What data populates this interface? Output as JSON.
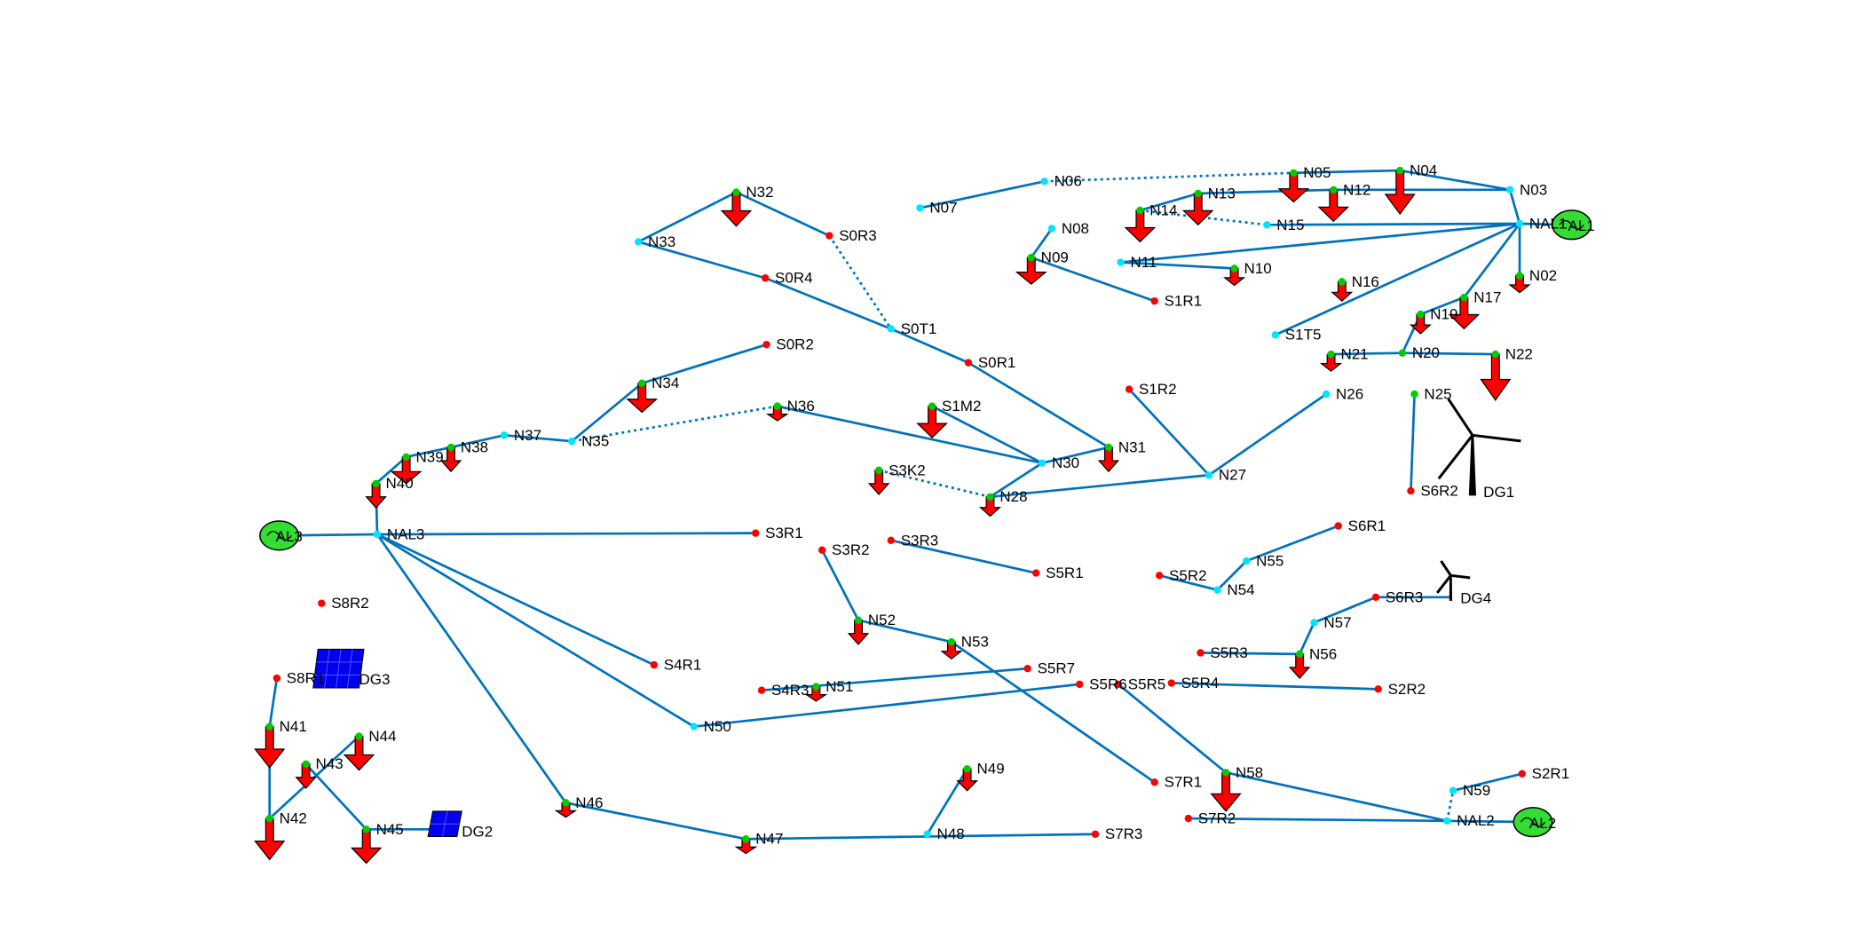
{
  "colors": {
    "background": "#ffffff",
    "line": "#0072bd",
    "node_bus": "#00e5ff",
    "node_end": "#ff0000",
    "node_load": "#00cc00",
    "load_arrow": "#ff0000",
    "generator": "#33dd33",
    "pv_panel": "#0000ee",
    "wind": "#000000"
  },
  "labels": {
    "N32": "N32",
    "S0R3": "S0R3",
    "N33": "N33",
    "S0R4": "S0R4",
    "S0T1": "S0T1",
    "S0R1": "S0R1",
    "S0R2": "S0R2",
    "N34": "N34",
    "N36": "N36",
    "N35": "N35",
    "N37": "N37",
    "N38": "N38",
    "N39": "N39",
    "N40": "N40",
    "S1M2": "S1M2",
    "N30": "N30",
    "N31": "N31",
    "S3K2": "S3K2",
    "N28": "N28",
    "N27": "N27",
    "S1R2": "S1R2",
    "N26": "N26",
    "N07": "N07",
    "N06": "N06",
    "N05": "N05",
    "N04": "N04",
    "N03": "N03",
    "N13": "N13",
    "N12": "N12",
    "N14": "N14",
    "N15": "N15",
    "NAL1": "NAL1",
    "N08": "N08",
    "N09": "N09",
    "N11": "N11",
    "N10": "N10",
    "S1R1": "S1R1",
    "N16": "N16",
    "N02": "N02",
    "N17": "N17",
    "N19": "N19",
    "S1T5": "S1T5",
    "N21": "N21",
    "N20": "N20",
    "N22": "N22",
    "N25": "N25",
    "S6R2": "S6R2",
    "NAL3": "NAL3",
    "S3R1": "S3R1",
    "S8R2": "S8R2",
    "S3R2": "S3R2",
    "S3R3": "S3R3",
    "S5R1": "S5R1",
    "S6R1": "S6R1",
    "N55": "N55",
    "S5R2": "S5R2",
    "N54": "N54",
    "S6R3": "S6R3",
    "N57": "N57",
    "S4R1": "S4R1",
    "N52": "N52",
    "N53": "N53",
    "S5R7": "S5R7",
    "S4R3": "S4R3",
    "N51": "N51",
    "N50": "N50",
    "S5R6": "S5R6",
    "S5R5": "S5R5",
    "S5R4": "S5R4",
    "S5R3": "S5R3",
    "N56": "N56",
    "S2R2": "S2R2",
    "S8R1": "S8R1",
    "N41": "N41",
    "N44": "N44",
    "N43": "N43",
    "N42": "N42",
    "N45": "N45",
    "N46": "N46",
    "N47": "N47",
    "N48": "N48",
    "N49": "N49",
    "S7R3": "S7R3",
    "S7R1": "S7R1",
    "N58": "N58",
    "S7R2": "S7R2",
    "N59": "N59",
    "S2R1": "S2R1",
    "NAL2": "NAL2"
  },
  "generators": {
    "AL1": "AL1",
    "AL2": "AL2",
    "AL3": "AL3"
  },
  "distributed_generation": {
    "DG1": "DG1",
    "DG2": "DG2",
    "DG3": "DG3",
    "DG4": "DG4"
  }
}
